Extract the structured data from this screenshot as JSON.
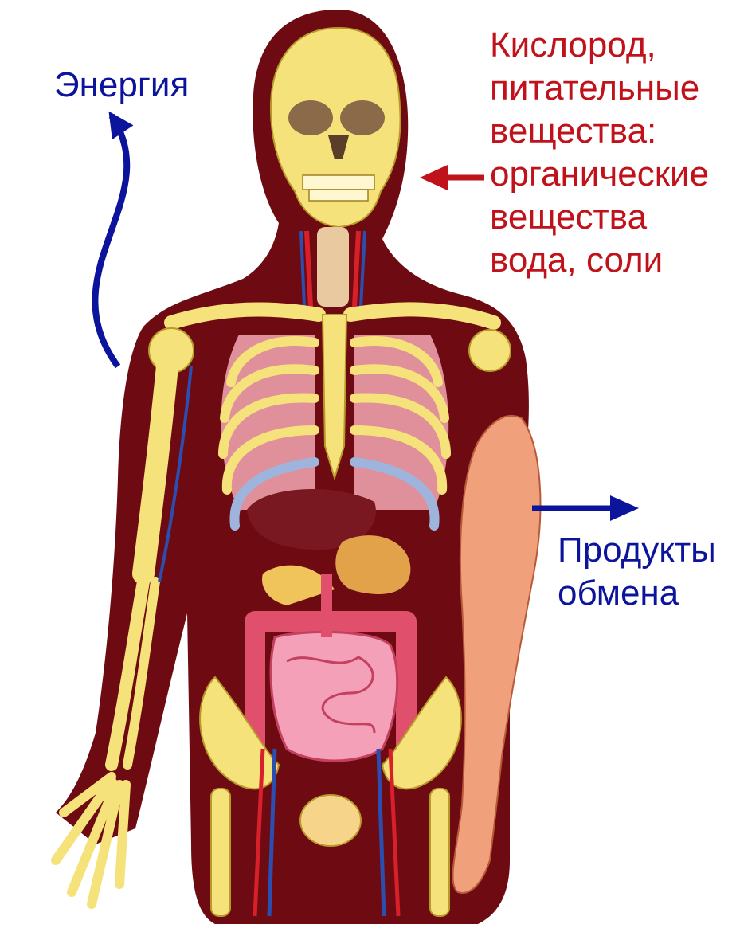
{
  "colors": {
    "input_accent": "#c0121b",
    "output_accent": "#0c149c",
    "body_silhouette": "#6e0b12",
    "bone": "#f6e27a",
    "skin": "#f0a07a",
    "artery": "#d8202a",
    "vein": "#2a4fb0",
    "intestine": "#e0506c"
  },
  "labels": {
    "energy": "Энергия",
    "inputs": {
      "lines": [
        "Кислород,",
        "питательные",
        "вещества:",
        "органические",
        "вещества",
        "вода, соли"
      ]
    },
    "outputs": {
      "lines": [
        "Продукты",
        "обмена"
      ]
    }
  },
  "icons": {
    "energy_arrow": "curved-up-arrow-icon",
    "input_arrow": "left-arrow-icon",
    "output_arrow": "right-arrow-icon"
  }
}
